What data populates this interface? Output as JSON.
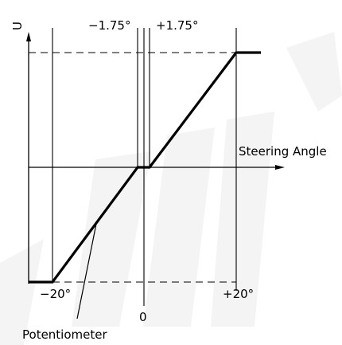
{
  "labels": {
    "y_axis": "U",
    "x_axis": "Steering Angle",
    "minus_175": "−1.75°",
    "plus_175": "+1.75°",
    "minus_20": "−20°",
    "plus_20": "+20°",
    "zero": "0",
    "potentiometer": "Potentiometer"
  },
  "colors": {
    "ink": "#000000",
    "watermark": "#f4f4f4"
  }
}
